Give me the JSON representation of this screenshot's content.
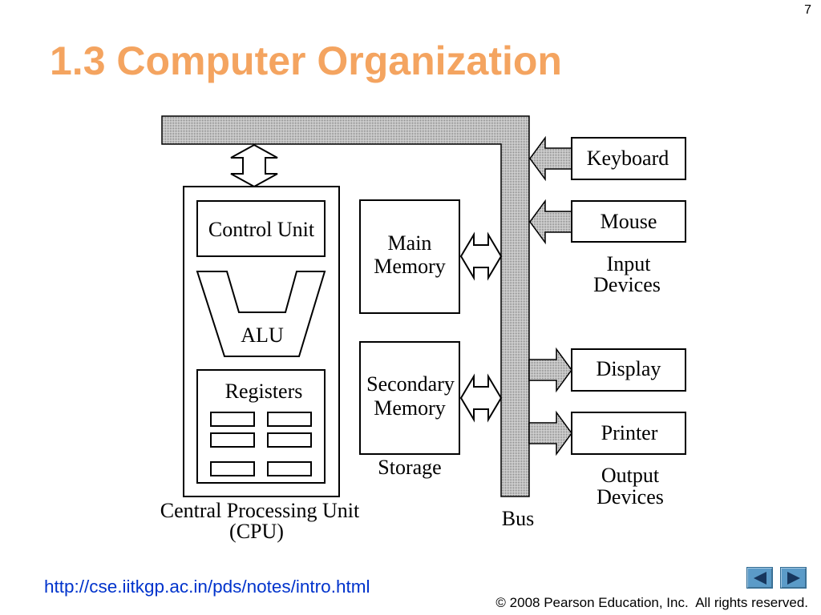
{
  "slide": {
    "page_number": "7",
    "title": "1.3 Computer Organization"
  },
  "diagram": {
    "cpu": {
      "control_unit": "Control Unit",
      "alu": "ALU",
      "registers": "Registers",
      "caption": [
        "Central Processing Unit",
        "(CPU)"
      ]
    },
    "storage": {
      "main_memory": [
        "Main",
        "Memory"
      ],
      "secondary_memory": [
        "Secondary",
        "Memory"
      ],
      "caption": "Storage"
    },
    "bus": "Bus",
    "input_devices": {
      "items": [
        "Keyboard",
        "Mouse"
      ],
      "caption": [
        "Input",
        "Devices"
      ]
    },
    "output_devices": {
      "items": [
        "Display",
        "Printer"
      ],
      "caption": [
        "Output",
        "Devices"
      ]
    }
  },
  "footer": {
    "link": "http://cse.iitkgp.ac.in/pds/notes/intro.html",
    "copyright": "© 2008 Pearson Education, Inc.  All rights reserved.",
    "nav": {
      "prev_icon": "triangle-left-icon",
      "next_icon": "triangle-right-icon"
    }
  },
  "colors": {
    "title": "#F4A460",
    "link": "#0033CC",
    "nav_button": "#5B9BC8",
    "nav_arrow": "#17375E"
  }
}
